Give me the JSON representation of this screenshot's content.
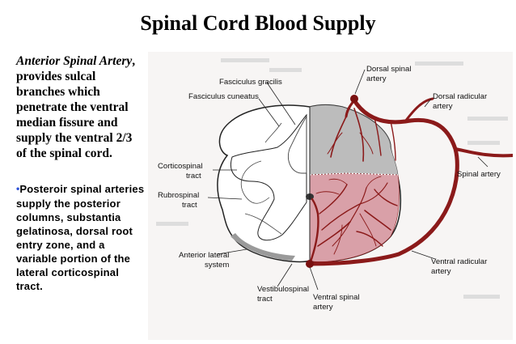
{
  "slide": {
    "title": "Spinal Cord Blood Supply"
  },
  "text": {
    "anterior_heading": "Anterior Spinal Artery",
    "anterior_body": ", provides sulcal branches which penetrate the ventral median fissure and supply the ventral 2/3 of the spinal cord.",
    "bullet_symbol": "•",
    "posterior_body": "Posteroir spinal arteries supply the posterior columns, substantia gelatinosa, dorsal root entry zone, and a variable portion of the lateral corticospinal tract."
  },
  "figure": {
    "labels": {
      "fasciculus_gracilis": "Fasciculus gracilis",
      "fasciculus_cuneatus": "Fasciculus cuneatus",
      "corticospinal_1": "Corticospinal",
      "corticospinal_2": "tract",
      "rubrospinal_1": "Rubrospinal",
      "rubrospinal_2": "tract",
      "anterior_lateral_1": "Anterior lateral",
      "anterior_lateral_2": "system",
      "vestibulospinal_1": "Vestibulospinal",
      "vestibulospinal_2": "tract",
      "ventral_spinal_1": "Ventral spinal",
      "ventral_spinal_2": "artery",
      "dorsal_spinal_1": "Dorsal spinal",
      "dorsal_spinal_2": "artery",
      "dorsal_radicular_1": "Dorsal radicular",
      "dorsal_radicular_2": "artery",
      "spinal_artery": "Spinal artery",
      "ventral_radicular_1": "Ventral radicular",
      "ventral_radicular_2": "artery"
    }
  },
  "colors": {
    "artery": "#8b1a1a",
    "ventral_fill": "#d9a0a8",
    "dorsal_fill": "#bcbcbc",
    "bullet": "#2a4fd8"
  }
}
